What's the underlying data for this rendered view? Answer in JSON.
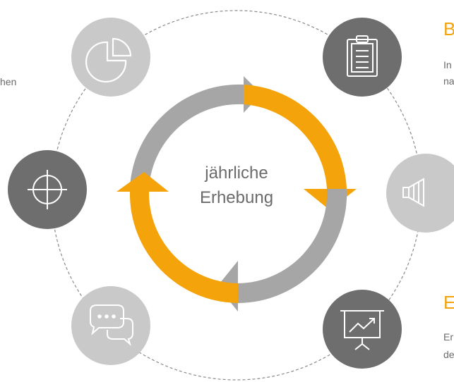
{
  "center": {
    "line1": "jährliche",
    "line2": "Erhebung"
  },
  "left_text": {
    "fragment": "hen"
  },
  "right_top": {
    "title": "B",
    "line1": "In",
    "line2": "na"
  },
  "right_bottom": {
    "title": "E",
    "line1": "Er",
    "line2": "de"
  },
  "colors": {
    "accent": "#f4a30a",
    "arrow_gray": "#a6a6a6",
    "icon_dark": "#6e6e6e",
    "icon_light": "#c9c9c9",
    "text": "#6b6b6b"
  },
  "icons": [
    "pie-chart-icon",
    "clipboard-icon",
    "megaphone-icon",
    "presentation-chart-icon",
    "chat-bubbles-icon",
    "crosshair-icon"
  ]
}
